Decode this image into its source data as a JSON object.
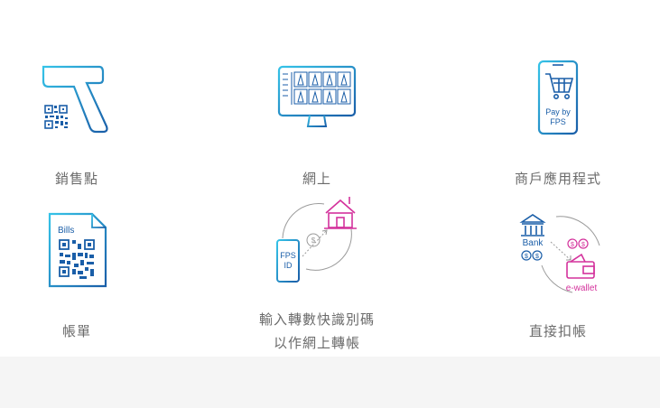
{
  "items": [
    {
      "label": "銷售點"
    },
    {
      "label": "網上"
    },
    {
      "label": "商戶應用程式",
      "icon_text": "Pay by\nFPS"
    },
    {
      "label": "帳單",
      "icon_text": "Bills"
    },
    {
      "label_line1": "輸入轉數快識別碼",
      "label_line2": "以作網上轉帳",
      "icon_text": "FPS\nID",
      "coin": "$"
    },
    {
      "label": "直接扣帳",
      "icon_text_bank": "Bank",
      "icon_text_wallet": "e-wallet",
      "coin": "$"
    }
  ],
  "colors": {
    "blue_light": "#35c3e8",
    "blue_dark": "#1a5ea8",
    "magenta": "#d4329c",
    "grey": "#9a9a9a",
    "label": "#6b6b6b",
    "footer": "#f5f5f5"
  }
}
